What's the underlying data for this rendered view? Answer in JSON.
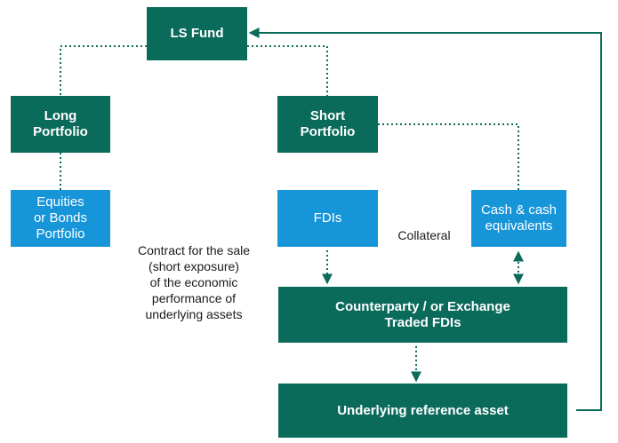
{
  "colors": {
    "dark_box": "#0b6b5b",
    "light_box": "#1695d9",
    "connector": "#0b6b5b"
  },
  "nodes": {
    "ls_fund": "LS Fund",
    "long_portfolio": [
      "Long",
      "Portfolio"
    ],
    "short_portfolio": [
      "Short",
      "Portfolio"
    ],
    "equities_bonds": [
      "Equities",
      "or Bonds",
      "Portfolio"
    ],
    "fdis": "FDIs",
    "cash_equivalents": [
      "Cash & cash",
      "equivalents"
    ],
    "counterparty": [
      "Counterparty / or Exchange",
      "Traded FDIs"
    ],
    "underlying_asset": "Underlying reference asset"
  },
  "labels": {
    "collateral": "Collateral",
    "contract": [
      "Contract for the sale",
      "(short exposure)",
      "of the economic",
      "performance of",
      "underlying assets"
    ]
  }
}
